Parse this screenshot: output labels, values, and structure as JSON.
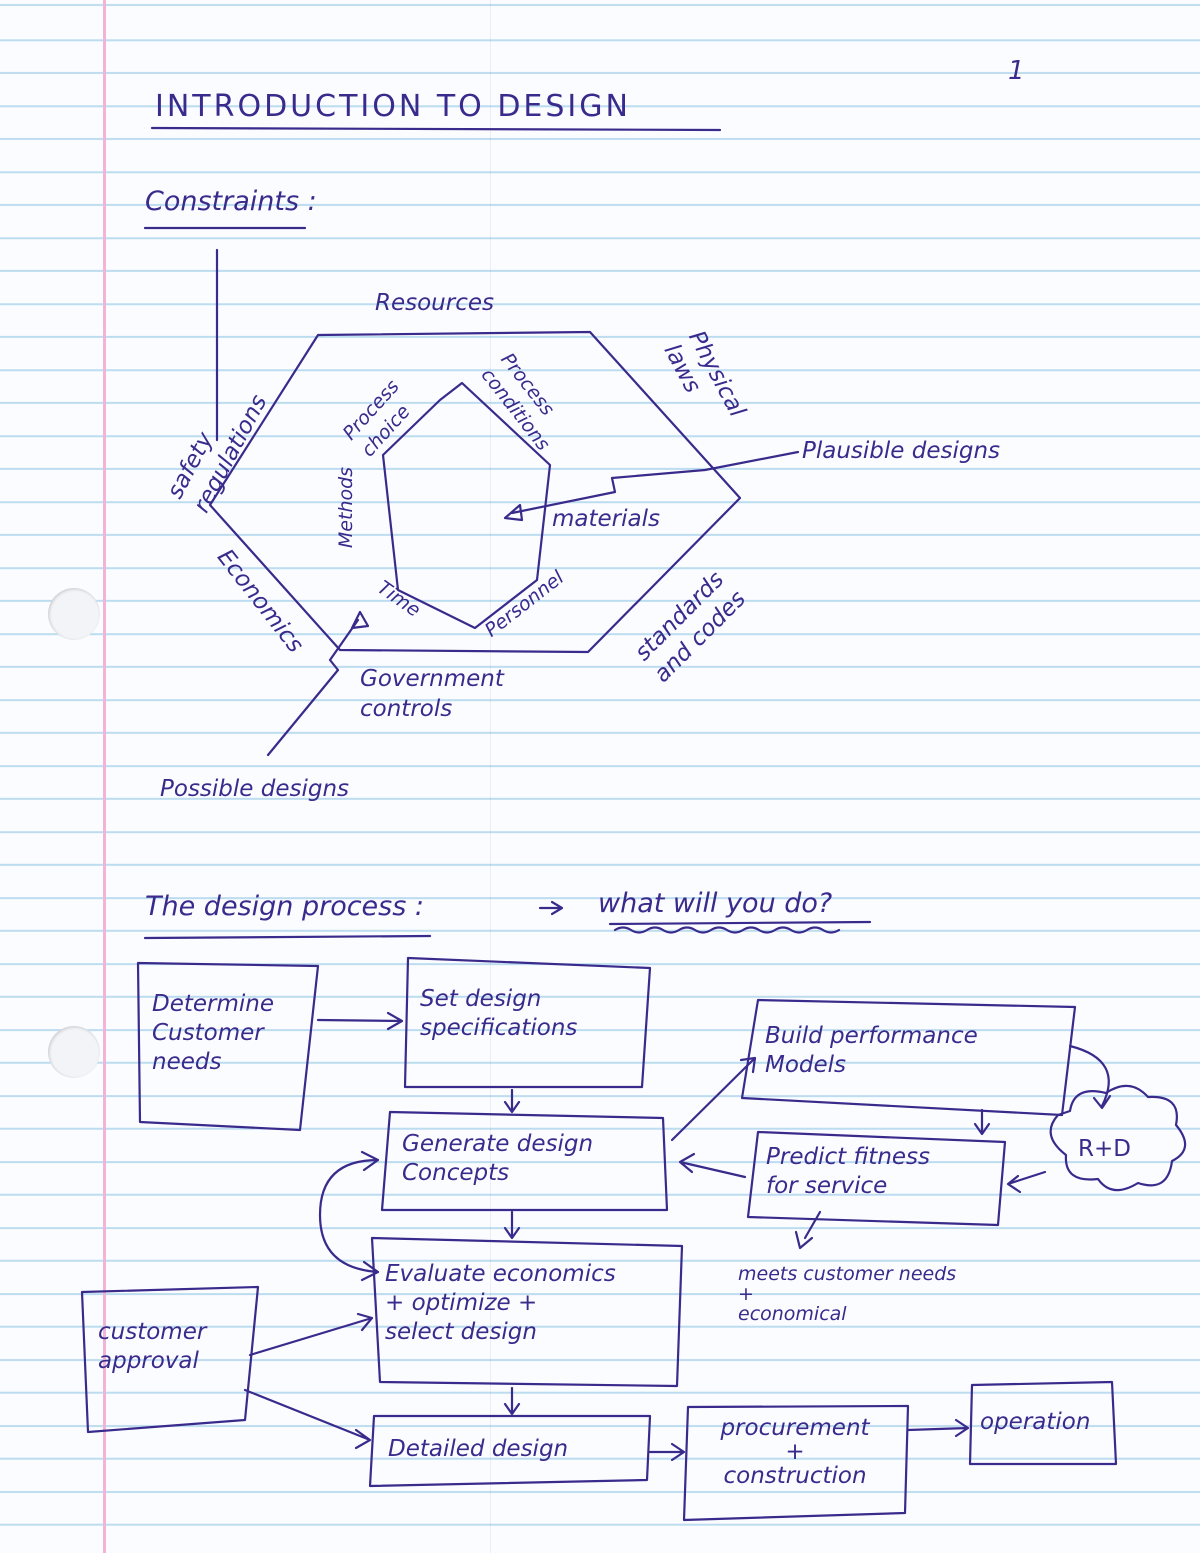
{
  "page_number": "1",
  "title": "INTRODUCTION TO DESIGN",
  "constraints": {
    "heading": "Constraints :",
    "outer_labels": {
      "top": "Resources",
      "upper_left": "safety regulations",
      "upper_right": "Physical laws",
      "lower_left": "Economics",
      "lower_right": "standards and codes",
      "bottom": "Government controls"
    },
    "inner_labels": {
      "upper_left": "Process choice",
      "upper_right": "Process conditions",
      "left": "Methods",
      "right": "materials",
      "lower_left": "Time",
      "lower_right": "Personnel"
    },
    "callouts": {
      "plausible": "Plausible designs",
      "possible": "Possible designs"
    }
  },
  "design_process": {
    "heading": "The design process :",
    "arrow_note": "what will you do?",
    "boxes": {
      "customer_needs": "Determine\nCustomer\nneeds",
      "set_specs": "Set design\nspecifications",
      "generate": "Generate design\nConcepts",
      "build_models": "Build performance\nModels",
      "predict": "Predict fitness\nfor service",
      "evaluate": "Evaluate economics\n+ optimize +\nselect design",
      "customer_approval": "customer\napproval",
      "detailed": "Detailed design",
      "procurement": "procurement\n+\nconstruction",
      "operation": "operation"
    },
    "cloud": "R+D",
    "note": "meets customer needs\n+\neconomical"
  },
  "colors": {
    "ink": "#3a2a8c",
    "ruled_line": "#bcdcef",
    "margin_line": "#f0b4d6"
  }
}
